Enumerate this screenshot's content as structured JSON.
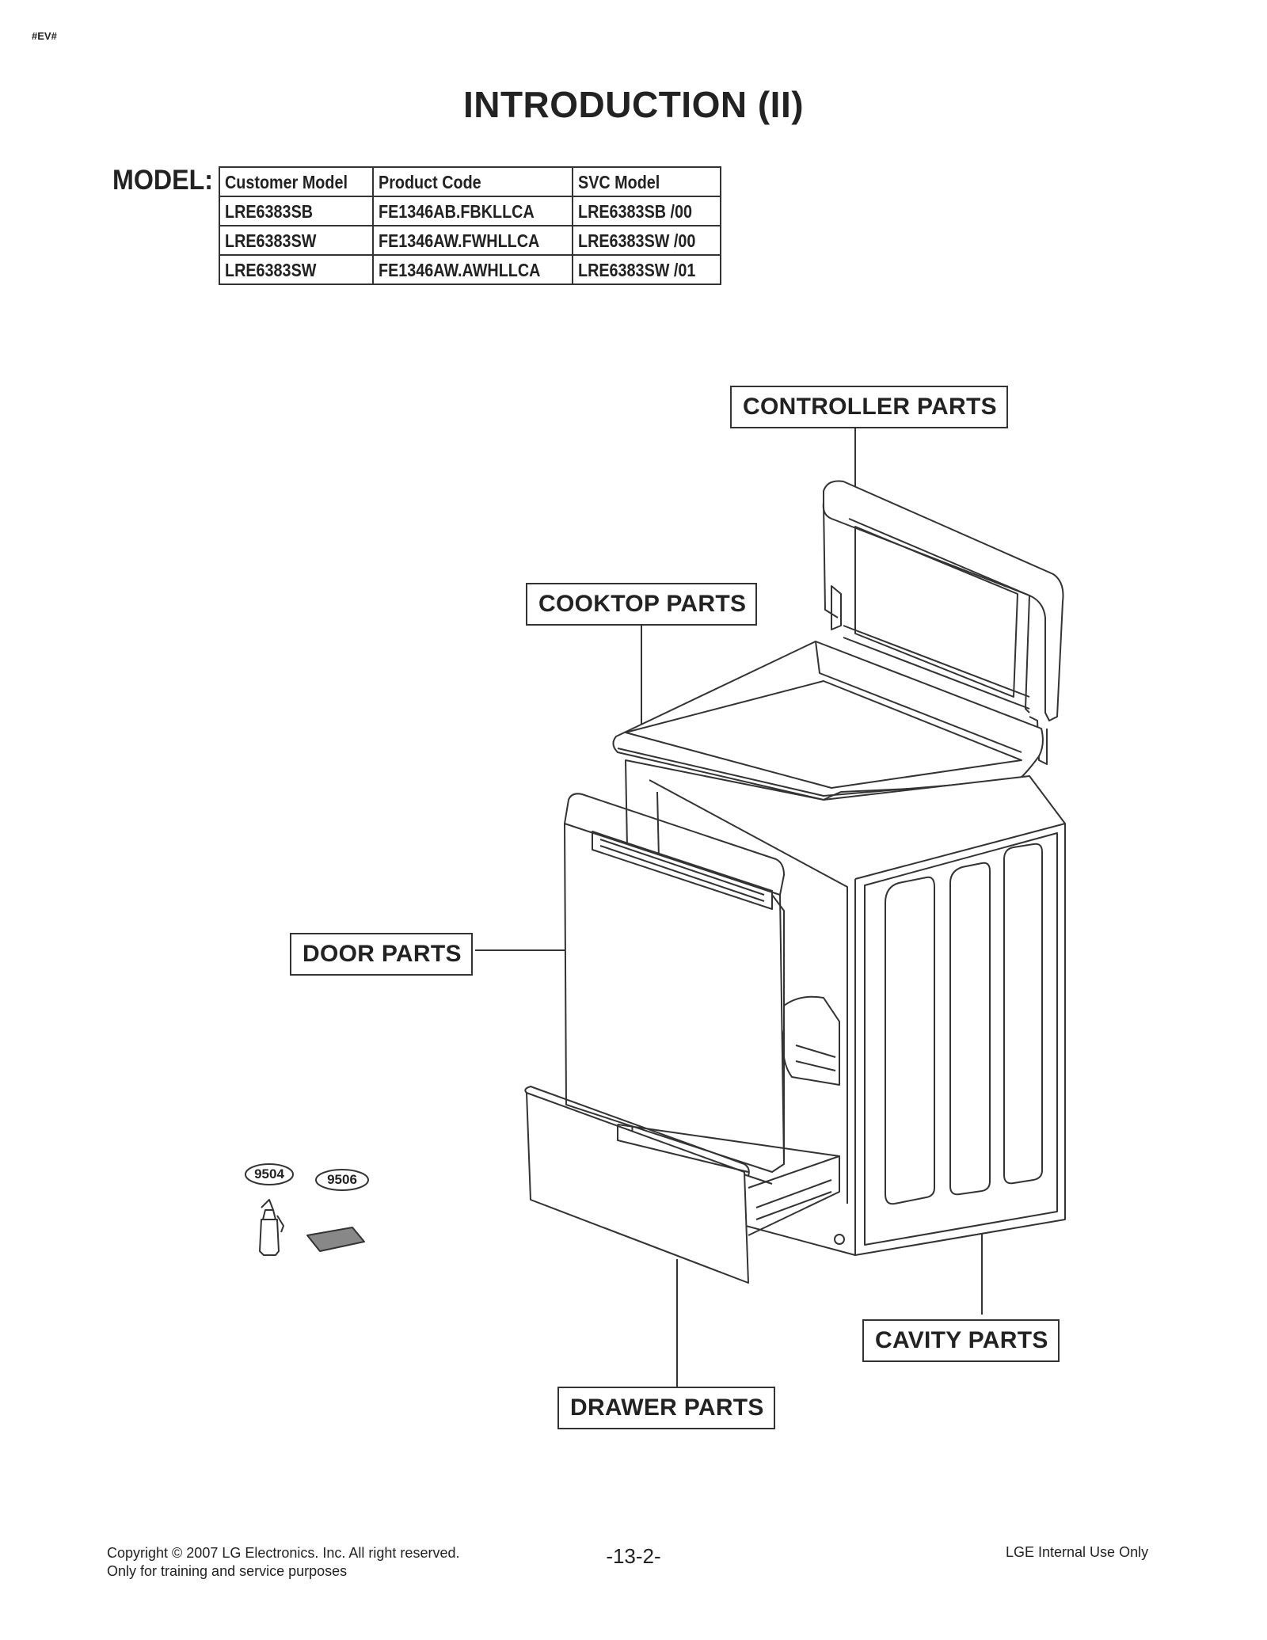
{
  "doc_tag": "#EV#",
  "title": "INTRODUCTION (II)",
  "model_label": "MODEL:",
  "model_table": {
    "headers": [
      "Customer Model",
      "Product Code",
      "SVC Model"
    ],
    "rows": [
      [
        "LRE6383SB",
        "FE1346AB.FBKLLCA",
        "LRE6383SB /00"
      ],
      [
        "LRE6383SW",
        "FE1346AW.FWHLLCA",
        "LRE6383SW /00"
      ],
      [
        "LRE6383SW",
        "FE1346AW.AWHLLCA",
        "LRE6383SW /01"
      ]
    ]
  },
  "callouts": {
    "controller": "CONTROLLER PARTS",
    "cooktop": "COOKTOP PARTS",
    "door": "DOOR PARTS",
    "cavity": "CAVITY PARTS",
    "drawer": "DRAWER PARTS"
  },
  "accessories": {
    "spray_bottle": "9504",
    "scrub_pad": "9506"
  },
  "footer": {
    "copyright": "Copyright © 2007 LG Electronics. Inc. All right reserved.",
    "purpose": "Only for training and service purposes",
    "page_number": "-13-2-",
    "internal": "LGE Internal Use Only"
  }
}
